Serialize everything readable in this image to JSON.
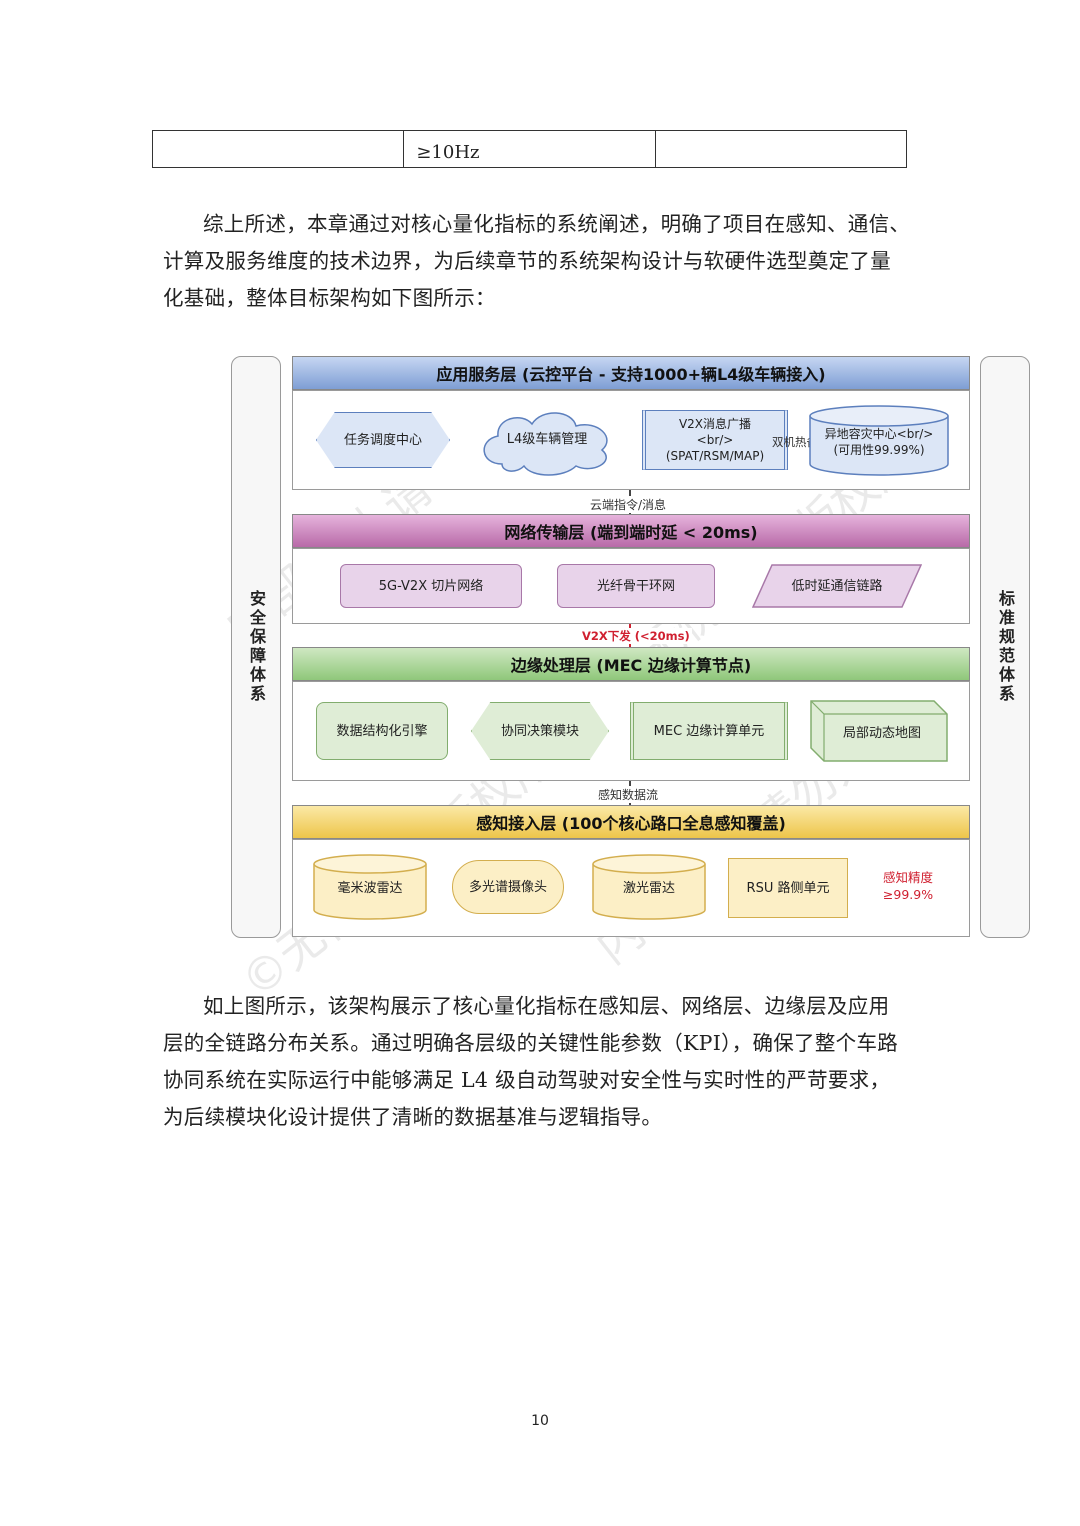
{
  "top_table": {
    "cells": [
      "",
      "≥10Hz",
      ""
    ]
  },
  "para1": {
    "lines": [
      "综上所述，本章通过对核心量化指标的系统阐述，明确了项目在感知、通信、",
      "计算及服务维度的技术边界，为后续章节的系统架构设计与软硬件选型奠定了量",
      "化基础，整体目标架构如下图所示："
    ]
  },
  "diagram": {
    "left_bar": "安全保障体系",
    "right_bar": "标准规范体系",
    "app_layer": {
      "title": "应用服务层 (云控平台 - 支持1000+辆L4级车辆接入)",
      "nodes": [
        "任务调度中心",
        "L4级车辆管理",
        "V2X消息广播\n<br/>\n(SPAT/RSM/MAP)",
        "异地容灾中心<br/>\n(可用性99.99%)"
      ],
      "edge_label": "双机热备"
    },
    "conn1": "云端指令/消息",
    "net_layer": {
      "title": "网络传输层 (端到端时延 < 20ms)",
      "nodes": [
        "5G-V2X 切片网络",
        "光纤骨干环网",
        "低时延通信链路"
      ]
    },
    "conn2": "V2X下发 (<20ms)",
    "edge_layer": {
      "title": "边缘处理层 (MEC 边缘计算节点)",
      "nodes": [
        "数据结构化引擎",
        "协同决策模块",
        "MEC 边缘计算单元",
        "局部动态地图"
      ]
    },
    "conn3": "感知数据流",
    "sens_layer": {
      "title": "感知接入层 (100个核心路口全息感知覆盖)",
      "nodes": [
        "毫米波雷达",
        "多光谱摄像头",
        "激光雷达",
        "RSU 路侧单元"
      ],
      "accuracy": "感知精度\n≥99.9%"
    },
    "watermarks": [
      "内部资料 请勿外传",
      "©无忧智库 版权所有"
    ]
  },
  "para2": {
    "lines": [
      "如上图所示，该架构展示了核心量化指标在感知层、网络层、边缘层及应用",
      "层的全链路分布关系。通过明确各层级的关键性能参数（KPI），确保了整个车路",
      "协同系统在实际运行中能够满足 L4 级自动驾驶对安全性与实时性的严苛要求，",
      "为后续模块化设计提供了清晰的数据基准与逻辑指导。"
    ]
  },
  "page_number": "10",
  "colors": {
    "app": "#7e9ed4",
    "net": "#b86aa8",
    "edge": "#8fc77a",
    "sens": "#edc54a",
    "red": "#d02030"
  }
}
